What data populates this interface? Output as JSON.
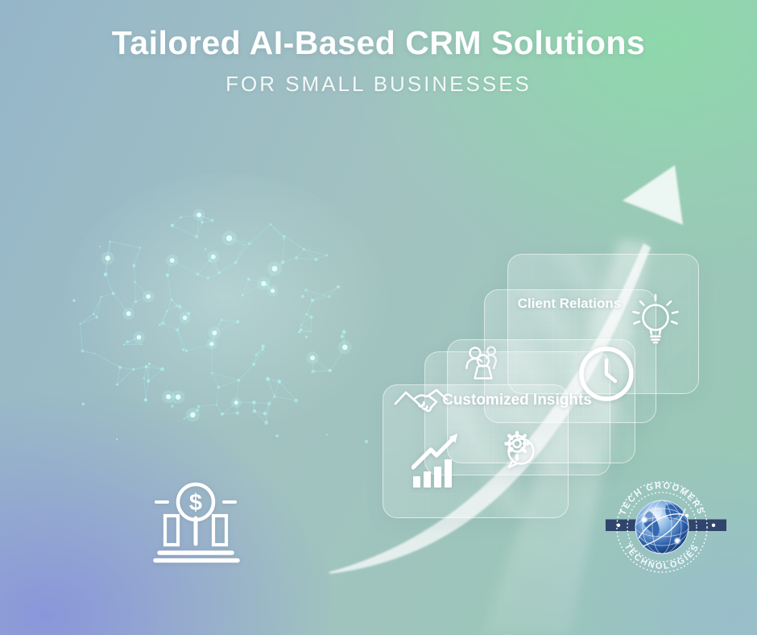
{
  "header": {
    "title": "Tailored AI-Based CRM Solutions",
    "subtitle": "FOR SMALL BUSINESSES"
  },
  "cards": {
    "client_relations": {
      "label": "Client Relations",
      "icon": "lightbulb-icon"
    },
    "team_time": {
      "icons": [
        "team-icon",
        "clock-icon"
      ]
    },
    "customized_insights": {
      "label": "Customized Insights",
      "icons": [
        "handshake-icon",
        "growth-chart-icon",
        "gear-chat-icon"
      ]
    }
  },
  "logo": {
    "arc_top": "TECH GROOMERS",
    "arc_bottom": "TECHNOLOGIES",
    "emblem": "globe-network-icon"
  },
  "icons": {
    "brain": "ai-brain-network-icon",
    "bank": "bank-dollar-icon",
    "bank_symbol": "$",
    "lightbulb": "lightbulb-icon",
    "team": "team-icon",
    "clock": "clock-icon",
    "handshake": "handshake-icon",
    "growth_chart": "growth-chart-icon",
    "gear_chat": "gear-chat-icon",
    "arrow": "growth-arrow-swoosh-icon",
    "globe": "globe-icon"
  },
  "colors": {
    "bg_top_left": "#95b6c9",
    "bg_top_right": "#8ed8ab",
    "bg_bottom_left": "#8a96da",
    "bg_bottom_right": "#99becb",
    "text_white": "#fdfefe",
    "plexus_cyan": "#9fe9e6",
    "logo_navy": "#30456b",
    "globe_blue": "#2a5ca8"
  }
}
